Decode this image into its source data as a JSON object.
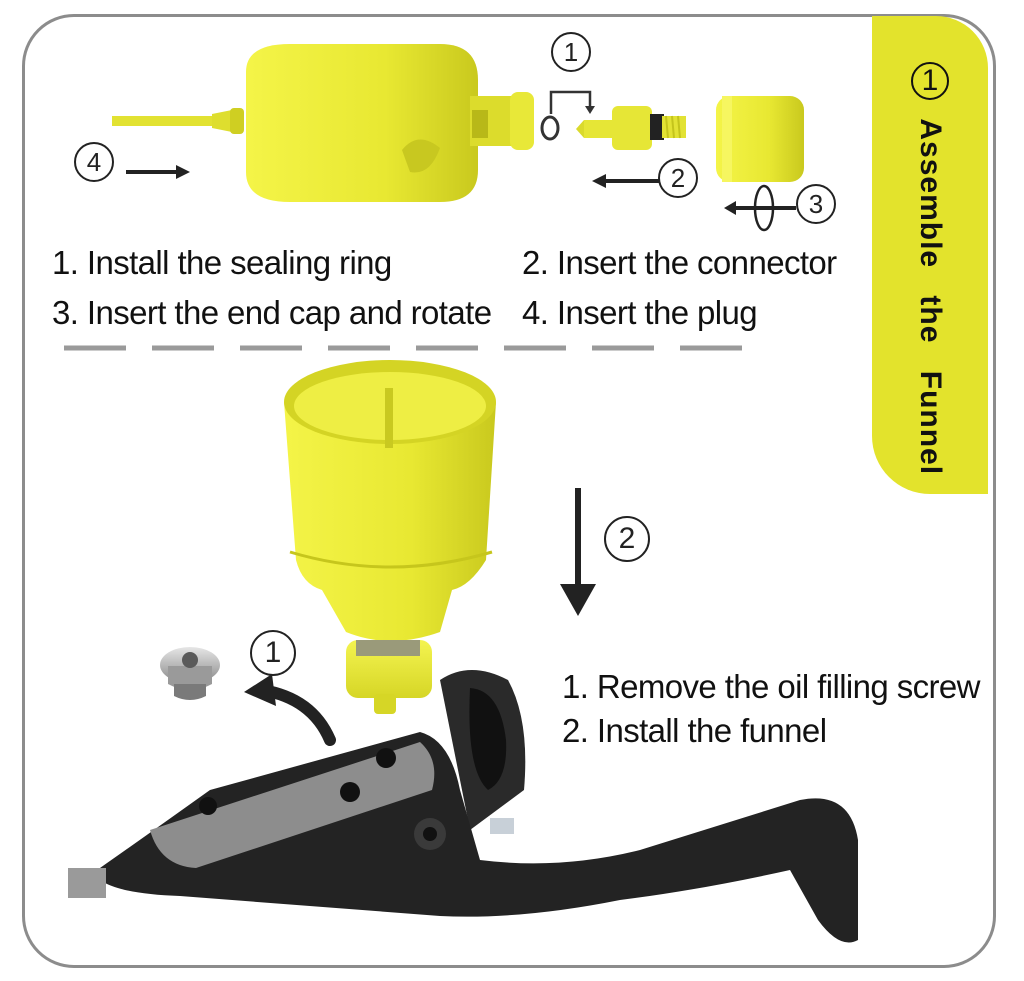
{
  "sidebar": {
    "number": "1",
    "title": "Assemble the Funnel",
    "color": "#e3e32c"
  },
  "top_section": {
    "callouts": [
      "1",
      "2",
      "3",
      "4"
    ],
    "steps": [
      "1. Install the sealing ring",
      "2. Insert the connector",
      "3. Insert the end cap and rotate",
      "4. Insert the plug"
    ]
  },
  "bottom_section": {
    "callouts": [
      "1",
      "2"
    ],
    "steps": [
      "1. Remove the oil filling screw",
      "2. Install the funnel"
    ]
  },
  "colors": {
    "part_yellow": "#eded3a",
    "part_shadow": "#c8c820",
    "lever_black": "#222222",
    "lever_gray": "#8d8d8d",
    "dash": "#9a9a9a"
  },
  "icons": [
    "dashed-divider-line",
    "arrow-right-icon",
    "arrow-left-icon",
    "arrow-down-icon",
    "curved-arrow-icon",
    "rotate-arrow-icon"
  ]
}
